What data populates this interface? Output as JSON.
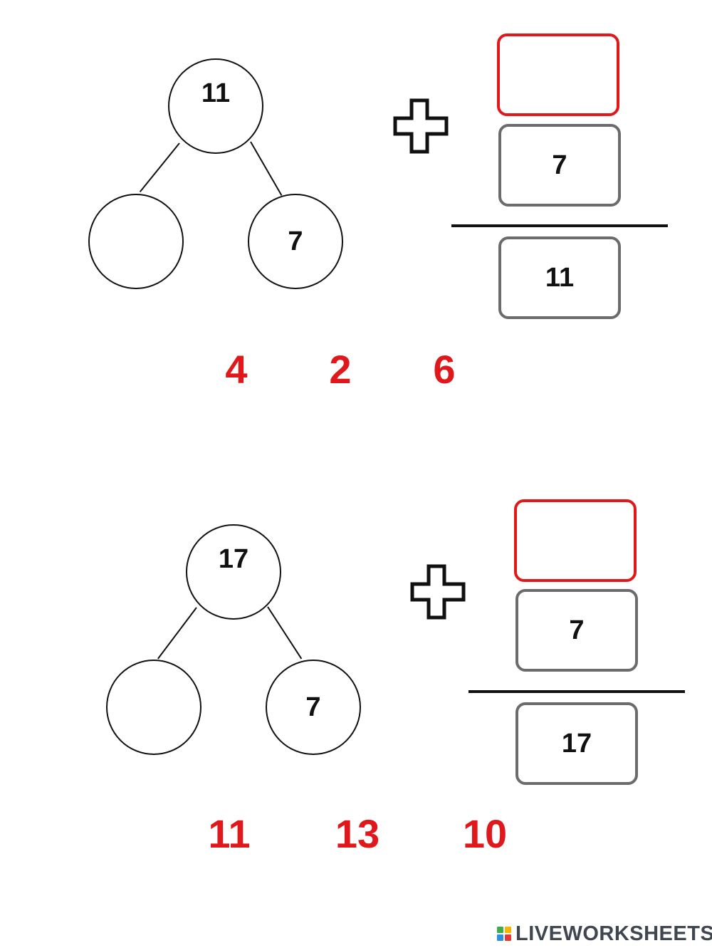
{
  "problems": [
    {
      "whole": "11",
      "known_part": "7",
      "missing_part": "",
      "addend_box_value": "",
      "given_addend": "7",
      "sum": "11",
      "options": [
        "4",
        "2",
        "6"
      ]
    },
    {
      "whole": "17",
      "known_part": "7",
      "missing_part": "",
      "addend_box_value": "",
      "given_addend": "7",
      "sum": "17",
      "options": [
        "11",
        "13",
        "10"
      ]
    }
  ],
  "brand": {
    "name": "LIVEWORKSHEETS",
    "logo_colors": [
      "#3fae49",
      "#f7b500",
      "#2f8fd8",
      "#e53935"
    ]
  },
  "colors": {
    "answer_accent": "#e0181b",
    "given_border": "#6b6b6b",
    "ink": "#111111"
  }
}
